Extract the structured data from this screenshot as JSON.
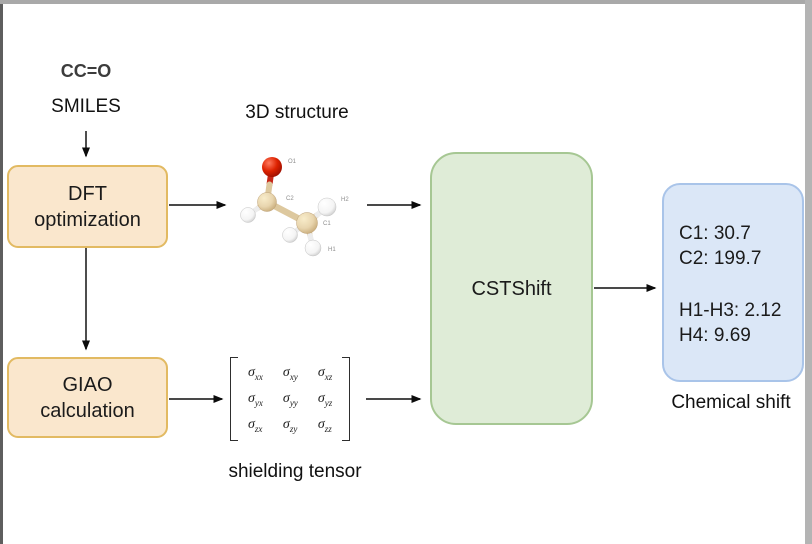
{
  "smiles": {
    "value": "CC=O",
    "label": "SMILES"
  },
  "structure_label": "3D structure",
  "tensor_label": "shielding tensor",
  "output_label": "Chemical shift",
  "dft": {
    "line1": "DFT",
    "line2": "optimization"
  },
  "giao": {
    "line1": "GIAO",
    "line2": "calculation"
  },
  "cstshift": "CSTShift",
  "shifts": {
    "c1": "C1: 30.7",
    "c2": "C2: 199.7",
    "h13": "H1-H3: 2.12",
    "h4": "H4: 9.69"
  },
  "molecule": {
    "name": "acetaldehyde-3d-model",
    "atom_labels": {
      "o1": "O1",
      "c2": "C2",
      "h2": "H2",
      "c1": "C1",
      "h1": "H1"
    }
  },
  "tensor": {
    "sigma": "σ",
    "subscripts": [
      [
        "xx",
        "xy",
        "xz"
      ],
      [
        "yx",
        "yy",
        "yz"
      ],
      [
        "zx",
        "zy",
        "zz"
      ]
    ]
  },
  "colors": {
    "process_fill": "#fae7cd",
    "process_border": "#e2ba62",
    "model_fill": "#dfecd7",
    "model_border": "#a6c793",
    "output_fill": "#dbe7f7",
    "output_border": "#a9c4e9",
    "oxygen": "#c21100",
    "carbon": "#e8d5ae",
    "hydrogen": "#ffffff",
    "arrow": "#2f2f2f"
  }
}
